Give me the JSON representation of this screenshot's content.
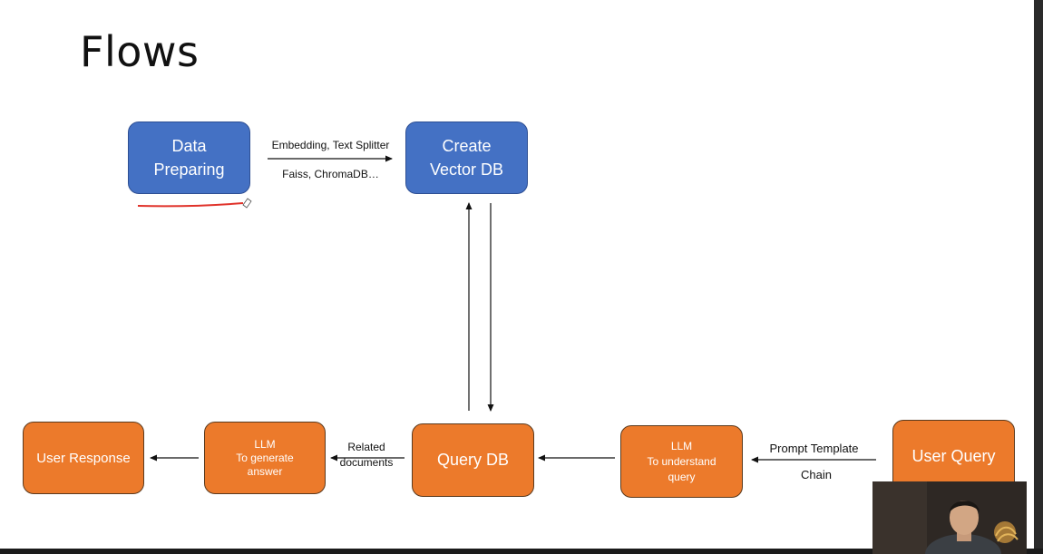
{
  "title": "Flows",
  "nodes": {
    "data_preparing": {
      "line1": "Data",
      "line2": "Preparing"
    },
    "create_vector_db": {
      "line1": "Create",
      "line2": "Vector DB"
    },
    "user_response": {
      "text": "User Response"
    },
    "llm_generate": {
      "line1": "LLM",
      "line2": "To generate",
      "line3": "answer"
    },
    "query_db": {
      "text": "Query DB"
    },
    "llm_understand": {
      "line1": "LLM",
      "line2": "To understand",
      "line3": "query"
    },
    "user_query": {
      "text": "User Query"
    }
  },
  "edge_labels": {
    "embed_top": "Embedding, Text Splitter",
    "embed_bottom": "Faiss, ChromaDB…",
    "related_line1": "Related",
    "related_line2": "documents",
    "prompt_top": "Prompt Template",
    "prompt_bottom": "Chain"
  },
  "colors": {
    "blue_box": "#4471c4",
    "orange_box": "#ec7a2b",
    "annotation_underline": "#e0322a"
  }
}
